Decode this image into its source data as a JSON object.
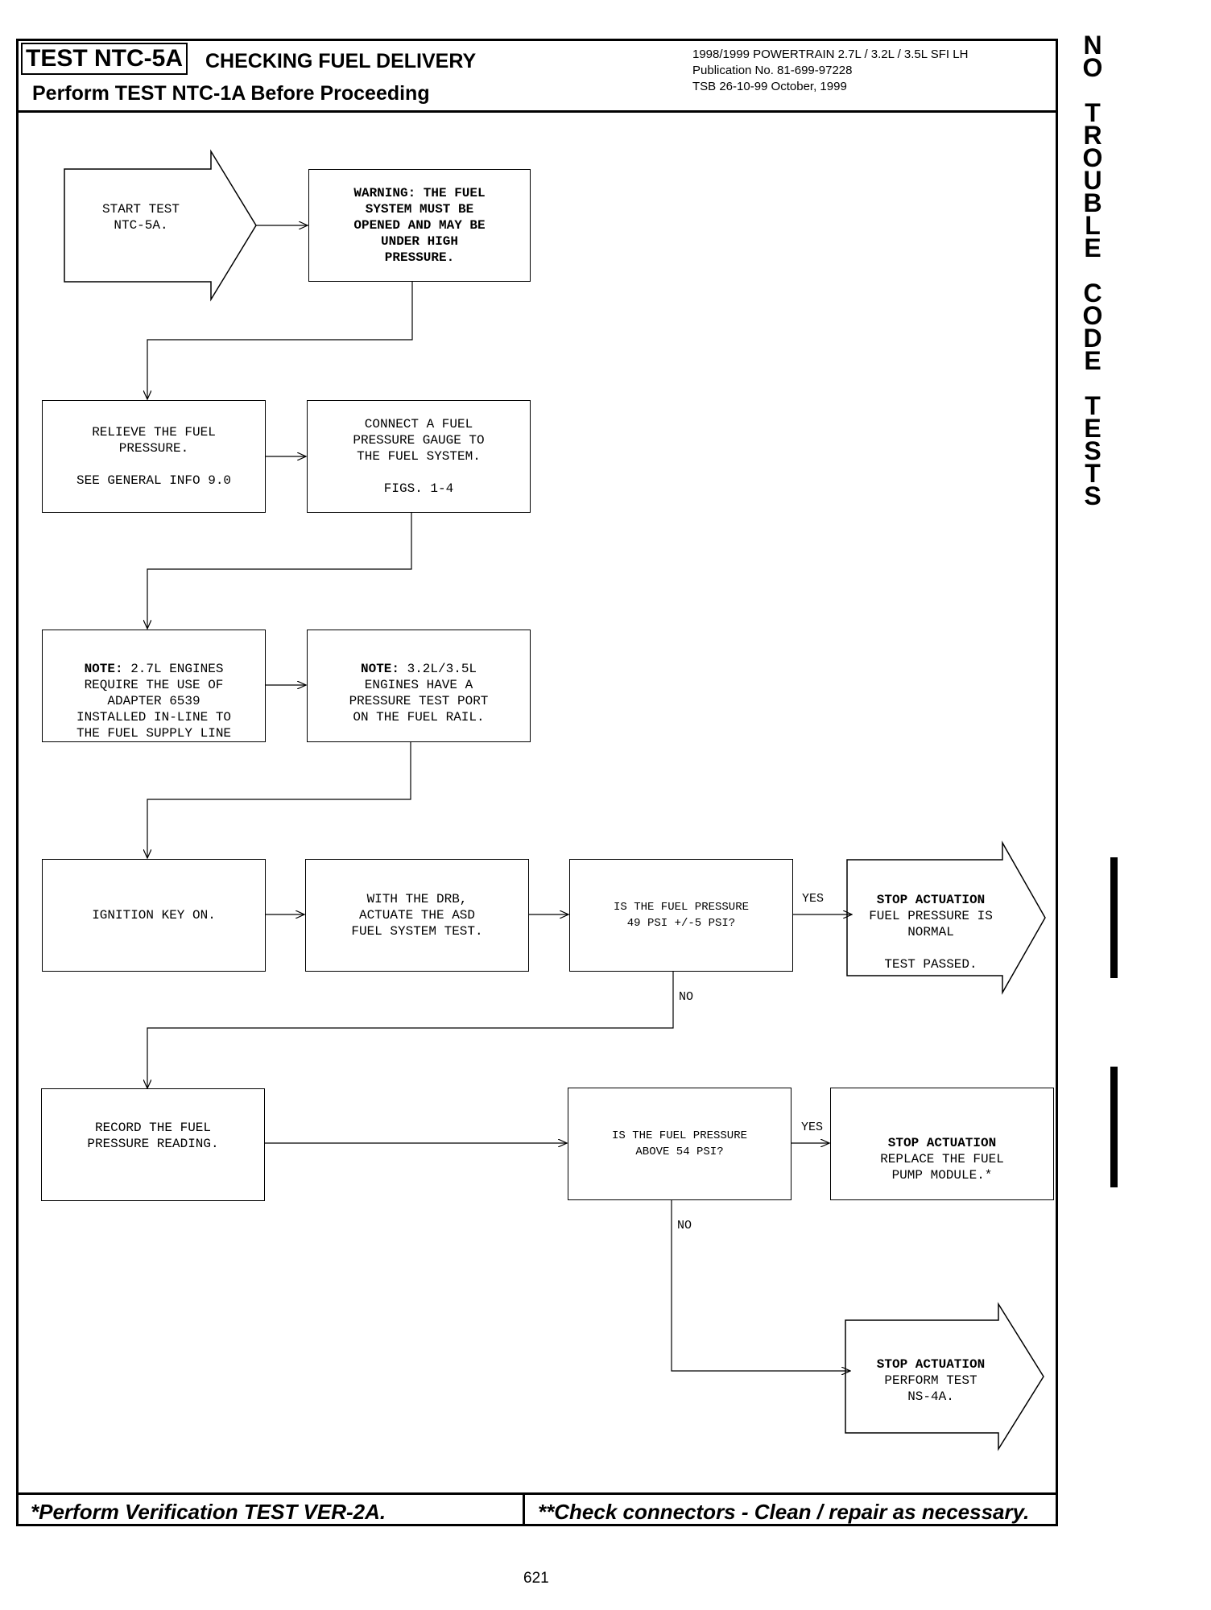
{
  "header": {
    "test_id": "TEST NTC-5A",
    "title": "CHECKING FUEL DELIVERY",
    "prerequisite": "Perform TEST NTC-1A Before Proceeding",
    "publication_line1": "1998/1999 POWERTRAIN 2.7L / 3.2L / 3.5L SFI LH",
    "publication_line2": "Publication No. 81-699-97228",
    "publication_line3": "TSB 26-10-99   October, 1999"
  },
  "side_tab": {
    "word1": "NO",
    "word2": "TROUBLE",
    "word3": "CODE",
    "word4": "TESTS"
  },
  "flow": {
    "start": "START TEST\nNTC-5A.",
    "warning": "WARNING:  THE FUEL\nSYSTEM MUST BE\nOPENED AND MAY BE\nUNDER HIGH\nPRESSURE.",
    "relieve": "RELIEVE THE FUEL\nPRESSURE.\n\nSEE GENERAL INFO 9.0",
    "connect": "CONNECT A FUEL\nPRESSURE GAUGE TO\nTHE FUEL SYSTEM.\n\nFIGS. 1-4",
    "note1_label": "NOTE:",
    "note1_text": " 2.7L ENGINES\nREQUIRE THE USE OF\nADAPTER 6539\nINSTALLED IN-LINE TO\nTHE FUEL SUPPLY LINE",
    "note2_label": "NOTE:",
    "note2_text": " 3.2L/3.5L\nENGINES HAVE A\nPRESSURE TEST PORT\nON THE FUEL RAIL.",
    "ignition": "IGNITION KEY ON.",
    "actuate": "WITH THE DRB,\nACTUATE THE ASD\nFUEL SYSTEM TEST.",
    "decision1": "IS THE FUEL PRESSURE\n49 PSI +/-5 PSI?",
    "stop1_label": "STOP ACTUATION",
    "stop1_text": "FUEL PRESSURE IS\nNORMAL\n\nTEST PASSED.",
    "record": "RECORD THE FUEL\nPRESSURE READING.",
    "decision2": "IS THE FUEL PRESSURE\nABOVE 54 PSI?",
    "stop2_label": "STOP ACTUATION",
    "stop2_text": "REPLACE THE FUEL\nPUMP MODULE.*",
    "stop3_label": "STOP ACTUATION",
    "stop3_text": "PERFORM TEST\nNS-4A.",
    "yes": "YES",
    "no": "NO"
  },
  "footer": {
    "left": "*Perform Verification TEST VER-2A.",
    "right": "**Check connectors - Clean / repair as necessary."
  },
  "page_number": "621"
}
